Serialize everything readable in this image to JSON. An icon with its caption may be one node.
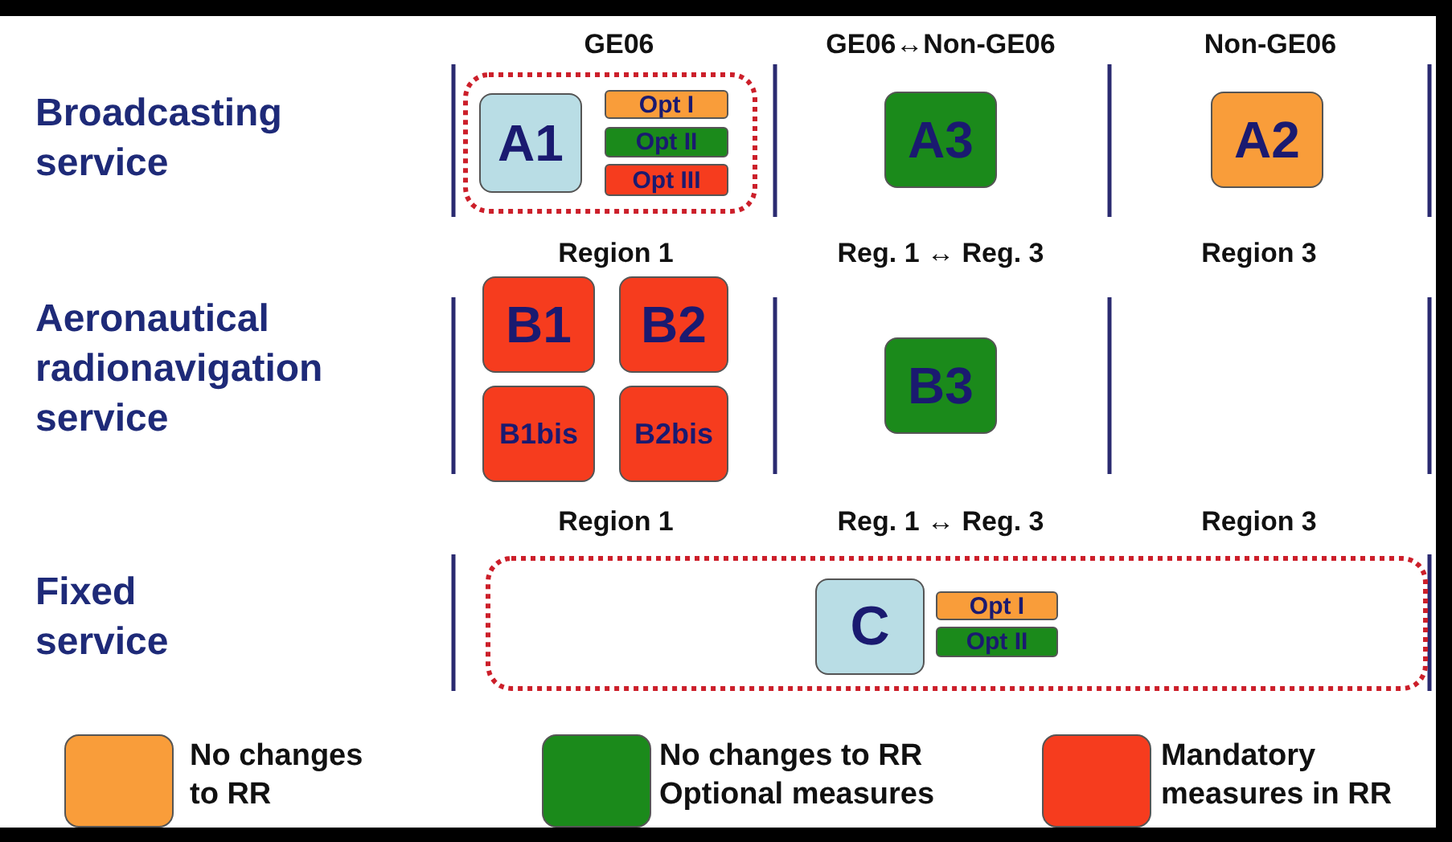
{
  "diagram": {
    "nodes": [
      {
        "text": [],
        "shape": "box"
      },
      {
        "text": [
          "A1"
        ],
        "in": 0
      },
      {
        "text": [
          "Opt I"
        ],
        "in": 0
      },
      {
        "text": [
          "Opt II"
        ],
        "in": 0
      },
      {
        "text": [
          "Opt III"
        ],
        "in": 0
      },
      {
        "text": [
          "A3"
        ]
      },
      {
        "text": [
          "A2"
        ]
      },
      {
        "text": [
          "B1"
        ]
      },
      {
        "text": [
          "B2"
        ]
      },
      {
        "text": [
          "B1bis"
        ]
      },
      {
        "text": [
          "B2bis"
        ]
      },
      {
        "text": [
          "B3"
        ]
      },
      {
        "text": [],
        "shape": "box"
      },
      {
        "text": [
          "C"
        ],
        "in": 12
      },
      {
        "text": [
          "Opt I"
        ],
        "in": 12
      },
      {
        "text": [
          "Opt II"
        ],
        "in": 12
      }
    ],
    "labels": [
      "GE06",
      "GE06↔Non-GE06",
      "Non-GE06",
      "Broadcasting service",
      "Region 1",
      "Reg. 1 ↔ Reg. 3",
      "Region 3",
      "Aeronautical radionavigation service",
      "Region 1",
      "Reg. 1 ↔ Reg. 3",
      "Region 3",
      "Fixed service"
    ],
    "legend": [
      {
        "text": "No changes to RR",
        "color": "#f99d3a"
      },
      {
        "text": "No changes to RR Optional measures",
        "color": "#1b8a1b"
      },
      {
        "text": "Mandatory measures in RR",
        "color": "#f63c1e"
      }
    ]
  }
}
